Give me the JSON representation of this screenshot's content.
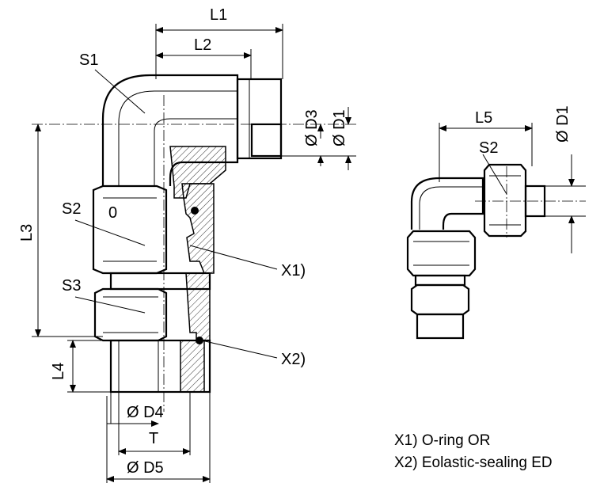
{
  "main_view": {
    "dims": {
      "L1": "L1",
      "L2": "L2",
      "L3": "L3",
      "L4": "L4",
      "D3": "Ø D3",
      "D1": "Ø D1",
      "D4": "Ø D4",
      "T": "T",
      "D5": "Ø D5"
    },
    "parts": {
      "S1": "S1",
      "S2": "S2",
      "S3": "S3",
      "mark": "0"
    },
    "callouts": {
      "X1": "X1)",
      "X2": "X2)"
    }
  },
  "side_view": {
    "dims": {
      "L5": "L5",
      "D1": "Ø D1"
    },
    "parts": {
      "S2": "S2"
    }
  },
  "legend": [
    "X1) O-ring OR",
    "X2) Eolastic-sealing ED"
  ]
}
